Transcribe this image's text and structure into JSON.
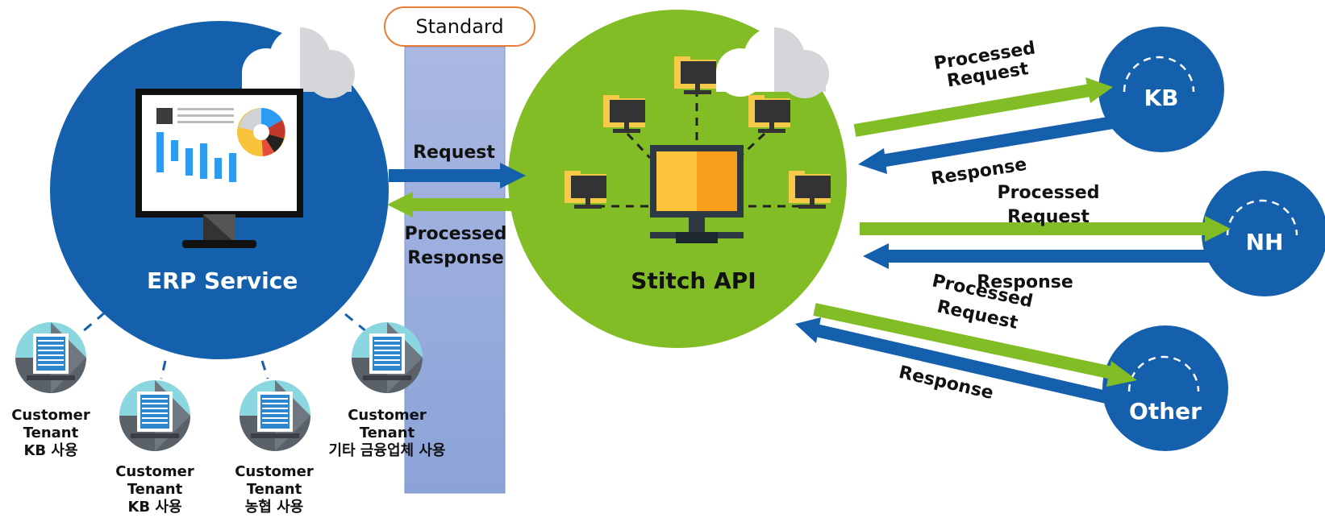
{
  "standard_label": "Standard",
  "erp": {
    "title": "ERP Service"
  },
  "stitch": {
    "title": "Stitch API"
  },
  "erp_flow": {
    "request": "Request",
    "processed_response_1": "Processed",
    "processed_response_2": "Response"
  },
  "banks": {
    "kb": "KB",
    "nh": "NH",
    "other": "Other"
  },
  "bank_flows": {
    "kb": {
      "req_1": "Processed",
      "req_2": "Request",
      "resp": "Response"
    },
    "nh": {
      "req_1": "Processed",
      "req_2": "Request",
      "resp": "Response"
    },
    "other": {
      "req_1": "Processed",
      "req_2": "Request",
      "resp": "Response"
    }
  },
  "tenants": [
    {
      "line1": "Customer",
      "line2": "Tenant",
      "line3": "KB 사용"
    },
    {
      "line1": "Customer",
      "line2": "Tenant",
      "line3": "KB 사용"
    },
    {
      "line1": "Customer",
      "line2": "Tenant",
      "line3": "농협 사용"
    },
    {
      "line1": "Customer",
      "line2": "Tenant",
      "line3": "기타 금융업체 사용"
    }
  ],
  "colors": {
    "blue": "#1560ac",
    "green": "#83bd26",
    "standard_band": "#98abdc",
    "standard_border": "#ea7d35"
  }
}
